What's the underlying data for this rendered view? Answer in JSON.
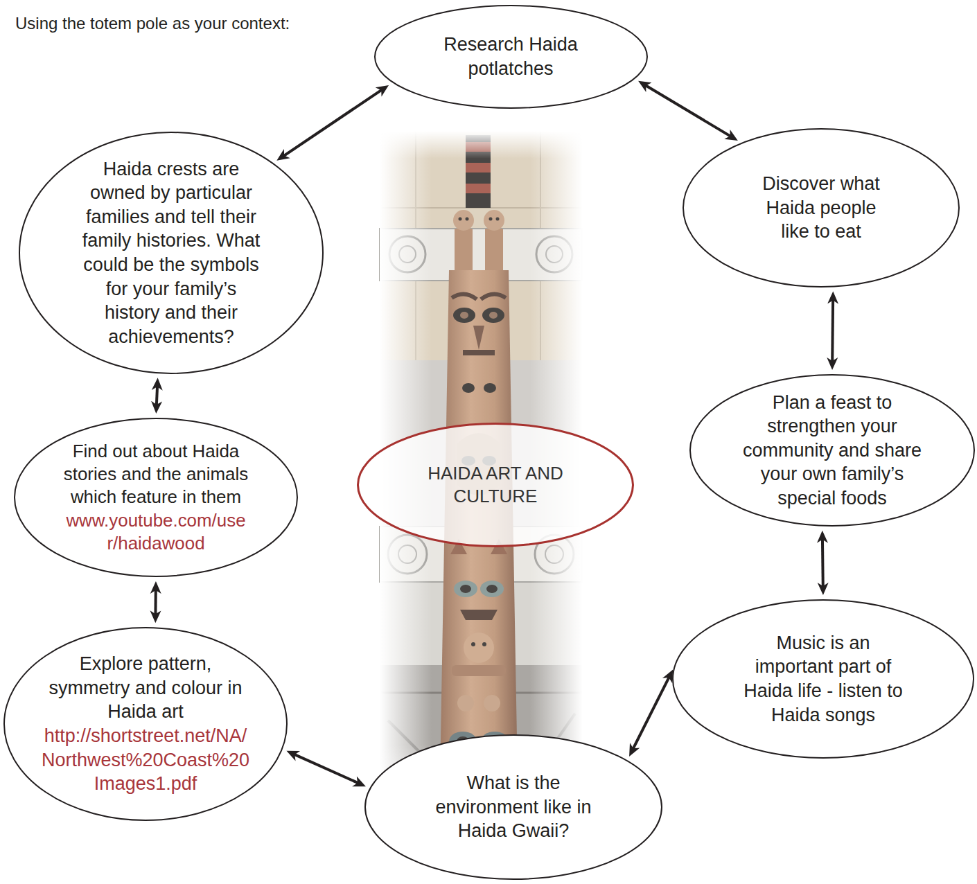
{
  "diagram": {
    "title": "Using the totem pole as your context:",
    "nodes": [
      {
        "text": [
          "Research Haida potlatches"
        ]
      },
      {
        "text": [
          "Haida crests are owned by particular families and tell their family histories. What could be the symbols for your family’s history and their achievements?"
        ]
      },
      {
        "text": [
          "Discover what Haida people like to eat"
        ]
      },
      {
        "text": [
          "HAIDA ART AND CULTURE"
        ]
      },
      {
        "text": [
          "Find out about Haida stories and the animals which feature in them",
          "www.youtube.com/user/haidawood"
        ]
      },
      {
        "text": [
          "Plan a feast to strengthen your community and share your own family’s special foods"
        ]
      },
      {
        "text": [
          "Explore pattern, symmetry and colour in Haida art",
          "http://shortstreet.net/NA/Northwest%20Coast%20Images1.pdf"
        ]
      },
      {
        "text": [
          "Music is an important part of Haida life - listen to Haida songs"
        ]
      },
      {
        "text": [
          "What is the environment like in Haida Gwaii?"
        ]
      }
    ],
    "edges": [
      {
        "from": 1,
        "to": 0,
        "arrow": "both"
      },
      {
        "from": 0,
        "to": 2,
        "arrow": "both"
      },
      {
        "from": 2,
        "to": 5,
        "arrow": "both"
      },
      {
        "from": 5,
        "to": 7,
        "arrow": "both"
      },
      {
        "from": 7,
        "to": 8,
        "arrow": "both"
      },
      {
        "from": 8,
        "to": 6,
        "arrow": "both"
      },
      {
        "from": 6,
        "to": 4,
        "arrow": "both"
      },
      {
        "from": 4,
        "to": 1,
        "arrow": "both"
      }
    ]
  }
}
